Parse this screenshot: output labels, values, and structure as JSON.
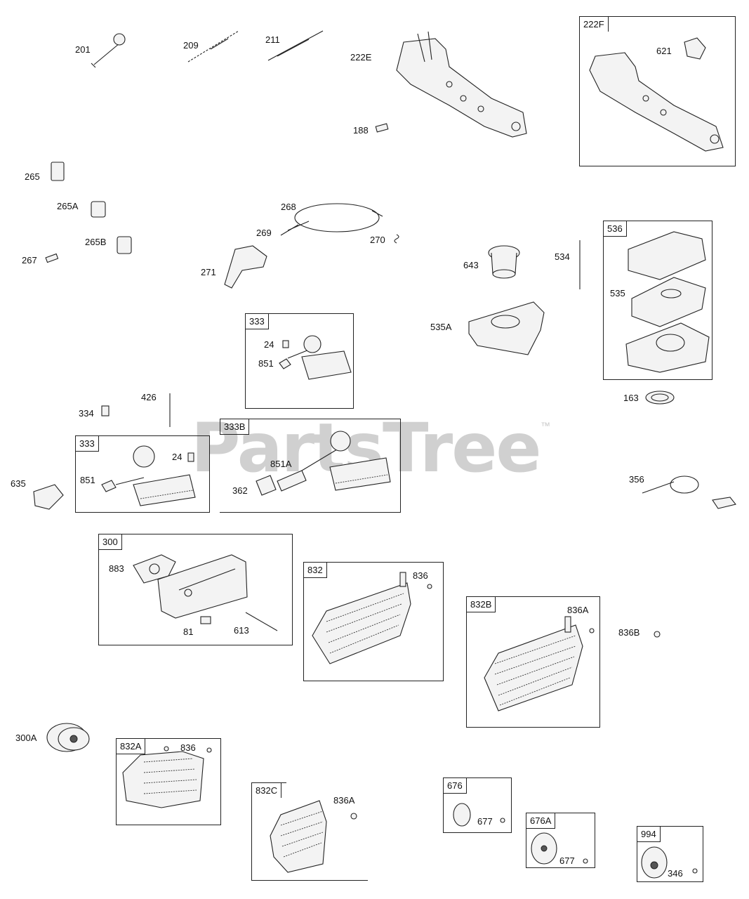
{
  "watermark": {
    "text": "PartsTree",
    "trademark": "™"
  },
  "callouts": {
    "c201": "201",
    "c209": "209",
    "c211": "211",
    "c222E": "222E",
    "c188": "188",
    "c621": "621",
    "c265": "265",
    "c265A": "265A",
    "c265B": "265B",
    "c267": "267",
    "c268": "268",
    "c269": "269",
    "c270": "270",
    "c271": "271",
    "c643": "643",
    "c534": "534",
    "c535": "535",
    "c535A": "535A",
    "c163": "163",
    "c24a": "24",
    "c851a": "851",
    "c334": "334",
    "c426": "426",
    "c635": "635",
    "c24b": "24",
    "c851b": "851",
    "c851A": "851A",
    "c362": "362",
    "c356": "356",
    "c883": "883",
    "c81": "81",
    "c613": "613",
    "c836a": "836",
    "c836A_a": "836A",
    "c836B": "836B",
    "c300A": "300A",
    "c836b": "836",
    "c836A_b": "836A",
    "c677a": "677",
    "c677b": "677",
    "c346": "346"
  },
  "boxes": {
    "b222F": "222F",
    "b536": "536",
    "b333a": "333",
    "b333b": "333",
    "b333B": "333B",
    "b300": "300",
    "b832": "832",
    "b832B": "832B",
    "b832A": "832A",
    "b832C": "832C",
    "b676": "676",
    "b676A": "676A",
    "b994": "994"
  }
}
